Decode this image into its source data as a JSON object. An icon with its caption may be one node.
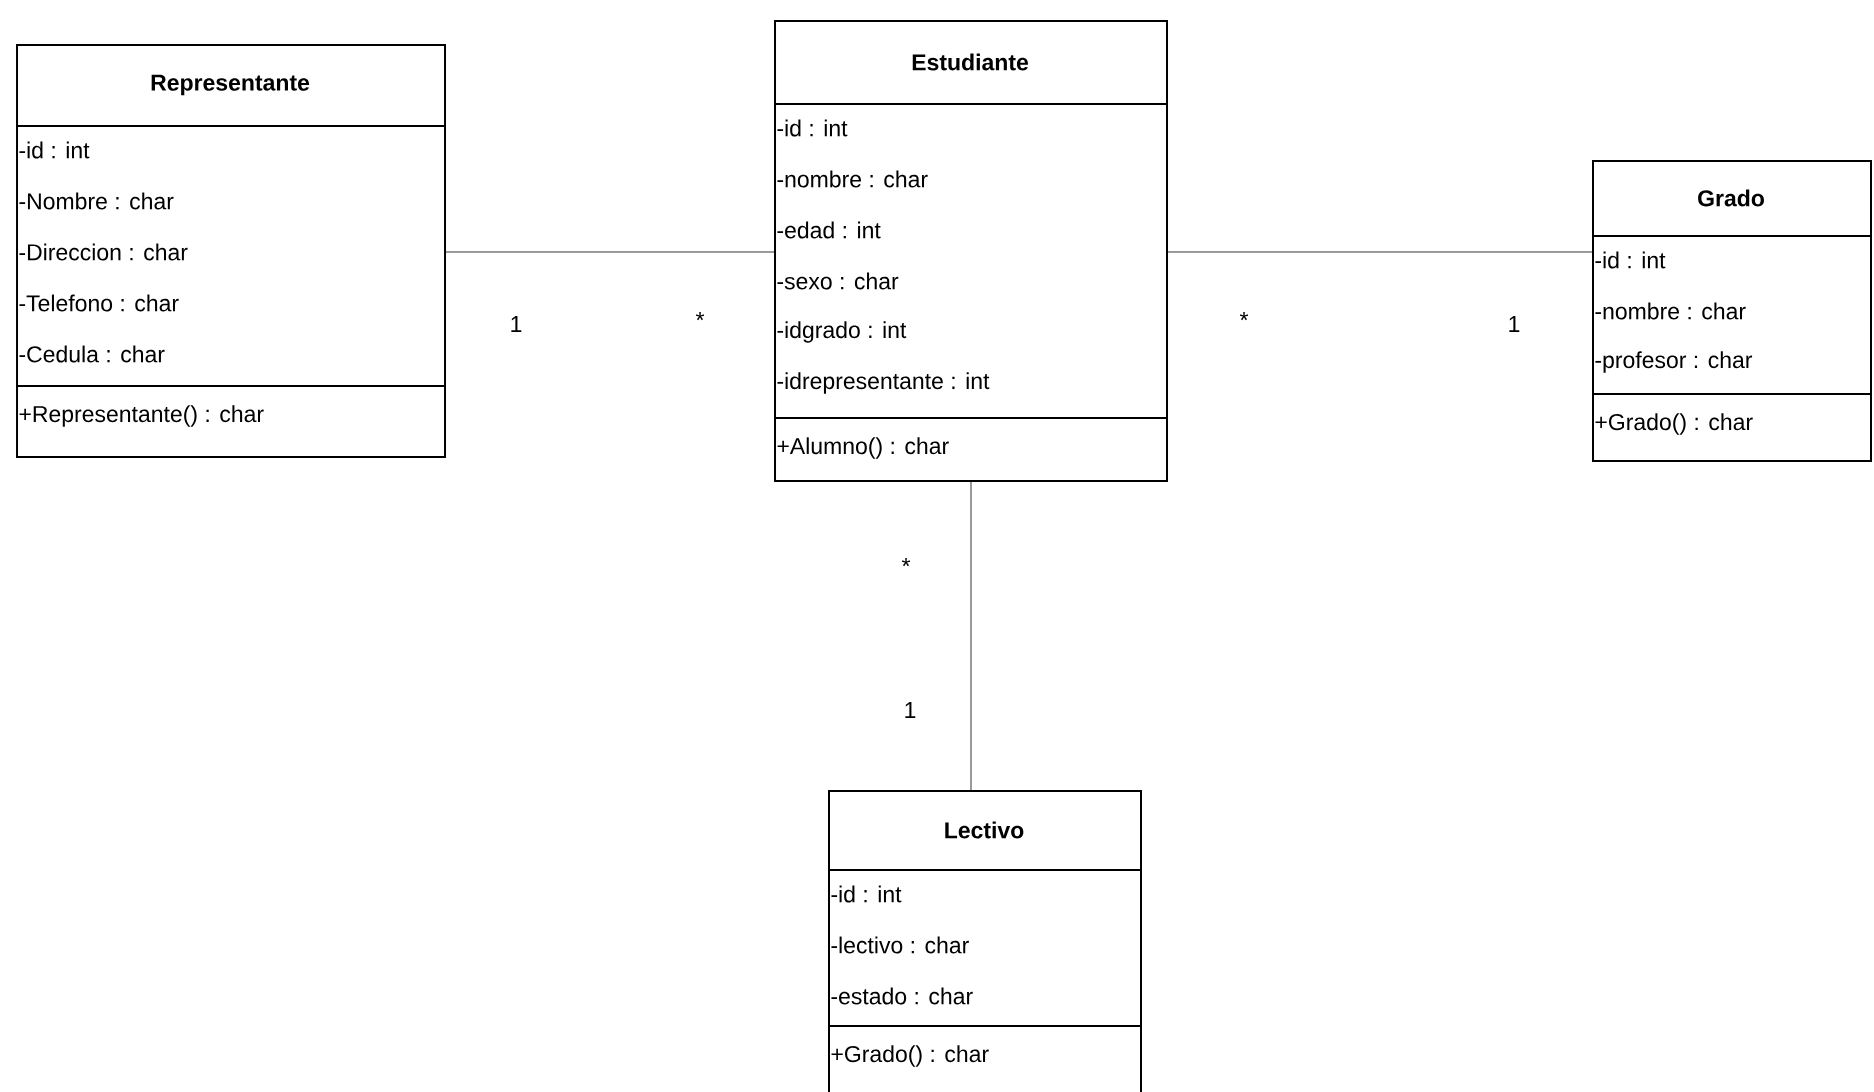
{
  "diagram": {
    "nodes": [
      {
        "text": [
          "Representante",
          "-id : int",
          "-Nombre : char",
          "-Direccion : char",
          "-Telefono : char",
          "-Cedula : char",
          "+Representante() : char"
        ]
      },
      {
        "text": [
          "Estudiante",
          "-id : int",
          "-nombre : char",
          "-edad : int",
          "-sexo : char",
          "-idgrado : int",
          "-idrepresentante : int",
          "+Alumno() : char"
        ]
      },
      {
        "text": [
          "Grado",
          "-id : int",
          "-nombre : char",
          "-profesor : char",
          "+Grado() : char"
        ]
      },
      {
        "text": [
          "Lectivo",
          "-id : int",
          "-lectivo : char",
          "-estado : char",
          "+Grado() : char"
        ]
      }
    ],
    "edges": [
      {
        "from": 0,
        "to": 1,
        "arrow": "none"
      },
      {
        "from": 1,
        "to": 2,
        "arrow": "none"
      },
      {
        "from": 1,
        "to": 3,
        "arrow": "none"
      }
    ],
    "labels": [
      "1",
      "*",
      "*",
      "1",
      "*",
      "1"
    ]
  }
}
